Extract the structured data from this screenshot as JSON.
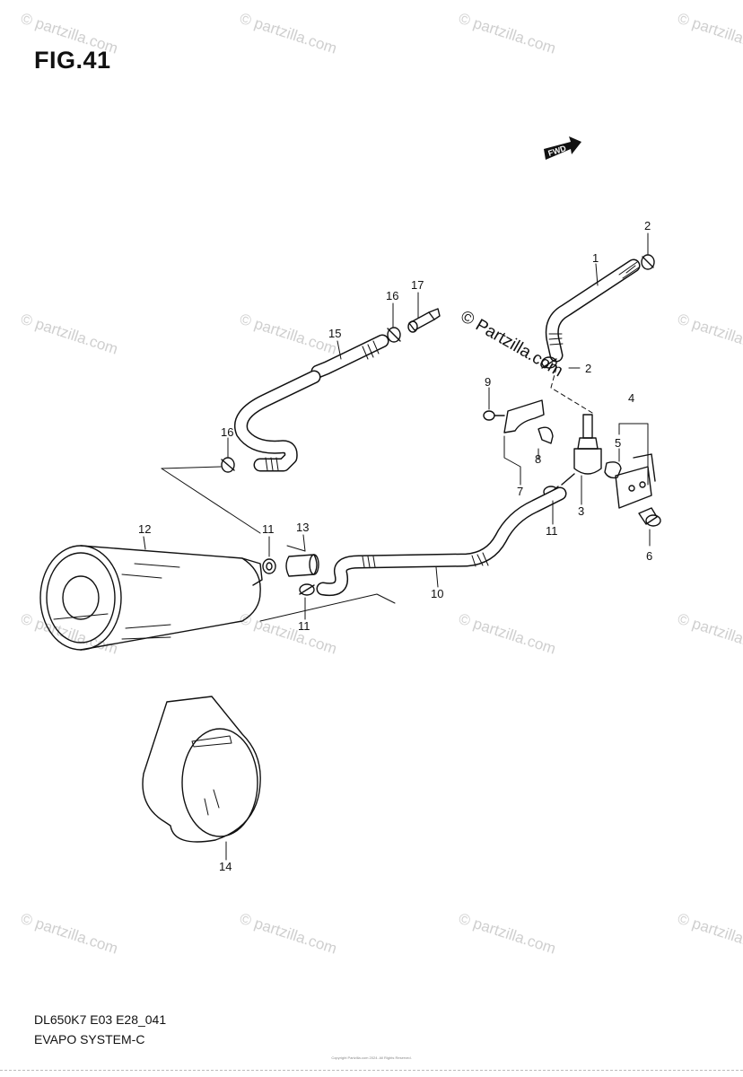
{
  "figure": {
    "title": "FIG.41",
    "code": "DL650K7 E03 E28_041",
    "name": "EVAPO SYSTEM-C"
  },
  "fwd_marker": "FWD",
  "stamp_text": "© Partzilla.com",
  "watermark_text": "© partzilla.com",
  "copyright": "Copyright Partzilla.com 2024. All Rights Reserved.",
  "callouts": [
    "1",
    "2",
    "2",
    "3",
    "4",
    "5",
    "6",
    "7",
    "8",
    "9",
    "10",
    "11",
    "11",
    "11",
    "12",
    "13",
    "14",
    "15",
    "16",
    "16",
    "17"
  ],
  "colors": {
    "ink": "#111111",
    "watermark": "#cfcfcf"
  }
}
